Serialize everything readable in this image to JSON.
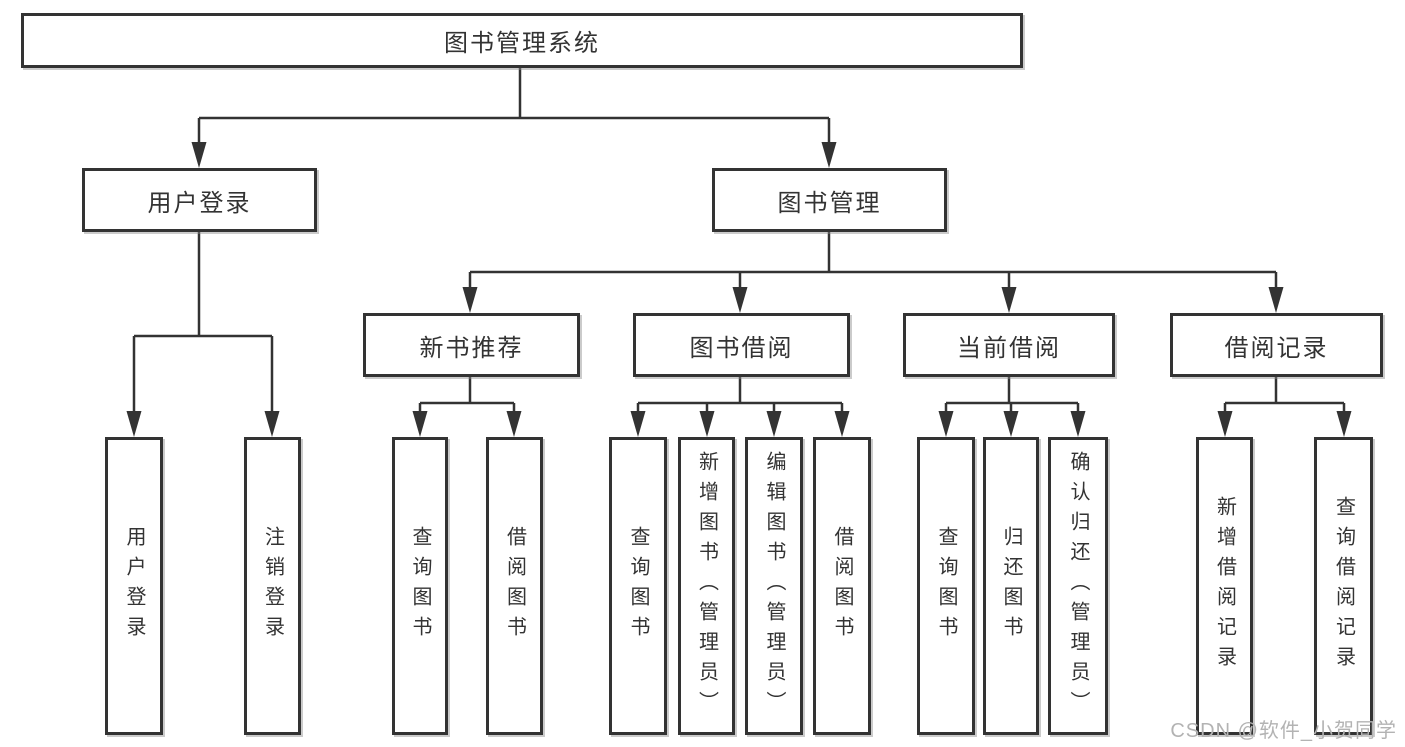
{
  "diagram": {
    "type": "tree",
    "root": {
      "label": "图书管理系统"
    },
    "branches": [
      {
        "label": "用户登录",
        "children": [
          {
            "label": "用户登录"
          },
          {
            "label": "注销登录"
          }
        ]
      },
      {
        "label": "图书管理",
        "children": [
          {
            "label": "新书推荐",
            "children": [
              {
                "label": "查询图书"
              },
              {
                "label": "借阅图书"
              }
            ]
          },
          {
            "label": "图书借阅",
            "children": [
              {
                "label": "查询图书"
              },
              {
                "label": "新增图书（管理员）"
              },
              {
                "label": "编辑图书（管理员）"
              },
              {
                "label": "借阅图书"
              }
            ]
          },
          {
            "label": "当前借阅",
            "children": [
              {
                "label": "查询图书"
              },
              {
                "label": "归还图书"
              },
              {
                "label": "确认归还（管理员）"
              }
            ]
          },
          {
            "label": "借阅记录",
            "children": [
              {
                "label": "新增借阅记录"
              },
              {
                "label": "查询借阅记录"
              }
            ]
          }
        ]
      }
    ]
  },
  "watermark": "CSDN @软件_小贺同学",
  "colors": {
    "line": "#333333",
    "border": "#333333",
    "text": "#333333",
    "watermark": "#b3b3b3",
    "background": "#ffffff"
  }
}
